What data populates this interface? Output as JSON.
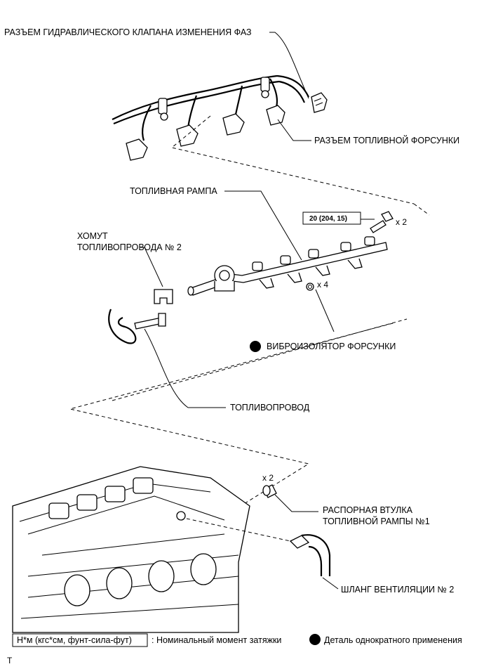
{
  "labels": {
    "vvt_connector": "РАЗЪЕМ ГИДРАВЛИЧЕСКОГО КЛАПАНА ИЗМЕНЕНИЯ ФАЗ",
    "injector_connector": "РАЗЪЕМ ТОПЛИВНОЙ ФОРСУНКИ",
    "fuel_rail": "ТОПЛИВНАЯ РАМПА",
    "torque_value": "20 (204, 15)",
    "bolt_qty": "x 2",
    "clamp_line1": "ХОМУТ",
    "clamp_line2": "ТОПЛИВОПРОВОДА № 2",
    "insulator_qty": "x 4",
    "injector_insulator": "ВИБРОИЗОЛЯТОР ФОРСУНКИ",
    "fuel_pipe": "ТОПЛИВОПРОВОД",
    "spacer_qty": "x 2",
    "spacer_line1": "РАСПОРНАЯ ВТУЛКА",
    "spacer_line2": "ТОПЛИВНОЙ РАМПЫ №1",
    "vent_hose": "ШЛАНГ ВЕНТИЛЯЦИИ № 2"
  },
  "legend": {
    "torque_box": "Н*м (кгс*см, фунт-сила-фут)",
    "torque_desc": ": Номинальный момент затяжки",
    "non_reusable": "Деталь однократного применения"
  },
  "footer_code": "T"
}
